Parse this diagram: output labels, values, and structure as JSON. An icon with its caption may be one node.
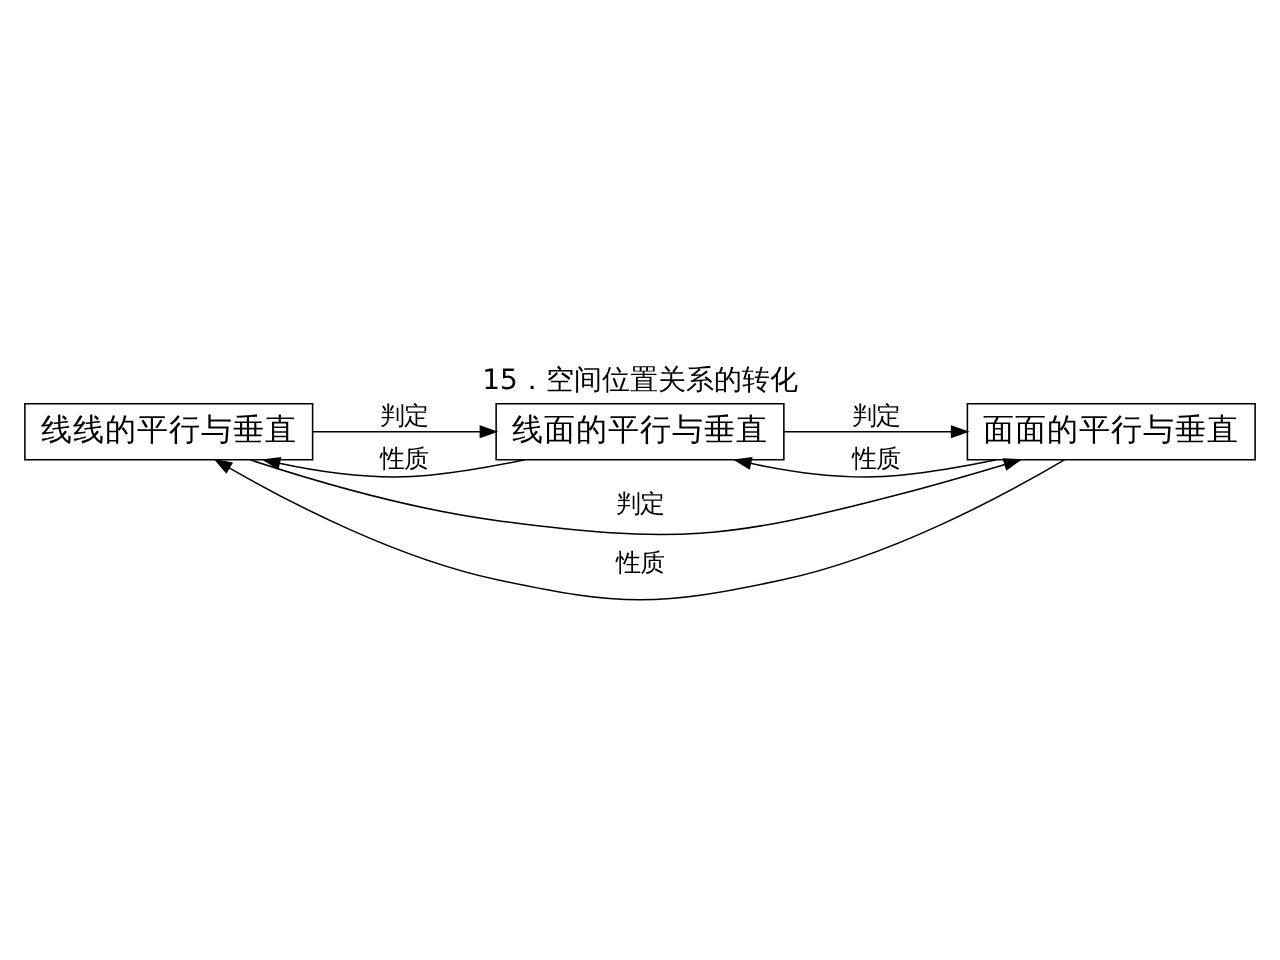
{
  "diagram": {
    "title": "15．空间位置关系的转化",
    "nodes": [
      {
        "text": [
          "线线的平行与垂直"
        ]
      },
      {
        "text": [
          "线面的平行与垂直"
        ]
      },
      {
        "text": [
          "面面的平行与垂直"
        ]
      }
    ],
    "edges": [
      {
        "from": 0,
        "to": 2,
        "arrow": "to",
        "label": "判定"
      },
      {
        "from": 0,
        "to": 1,
        "arrow": "to",
        "label": "判定"
      },
      {
        "from": 1,
        "to": 0,
        "arrow": "to",
        "label": "性质"
      },
      {
        "from": 1,
        "to": 2,
        "arrow": "to",
        "label": "判定"
      },
      {
        "from": 2,
        "to": 1,
        "arrow": "to",
        "label": "性质"
      },
      {
        "from": 2,
        "to": 0,
        "arrow": "to",
        "label": "性质"
      }
    ]
  }
}
